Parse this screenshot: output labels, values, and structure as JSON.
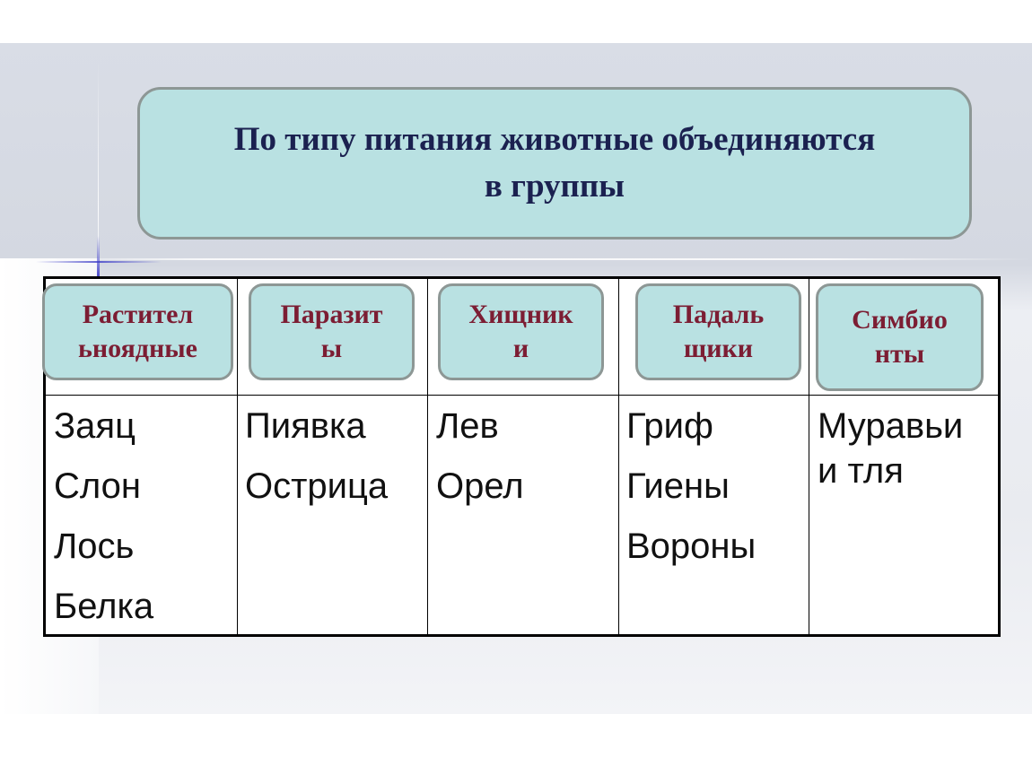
{
  "title": {
    "line1": "По типу питания животные объединяются",
    "line2": "в группы"
  },
  "columns": [
    {
      "header_line1": "Растител",
      "header_line2": "ьноядные",
      "animals": [
        "Заяц",
        "Слон",
        "Лось",
        "Белка"
      ]
    },
    {
      "header_line1": "Паразит",
      "header_line2": "ы",
      "animals": [
        "Пиявка",
        "Острица"
      ]
    },
    {
      "header_line1": "Хищник",
      "header_line2": "и",
      "animals": [
        "Лев",
        "Орел"
      ]
    },
    {
      "header_line1": "Падаль",
      "header_line2": "щики",
      "animals": [
        "Гриф",
        "Гиены",
        "Вороны"
      ]
    },
    {
      "header_line1": "Симбио",
      "header_line2": "нты",
      "animals_text": "Муравьи и тля"
    }
  ],
  "colors": {
    "pill_fill": "#b9e1e2",
    "pill_border": "#8d9795",
    "title_text": "#1b2150",
    "header_text": "#7c1d33"
  }
}
